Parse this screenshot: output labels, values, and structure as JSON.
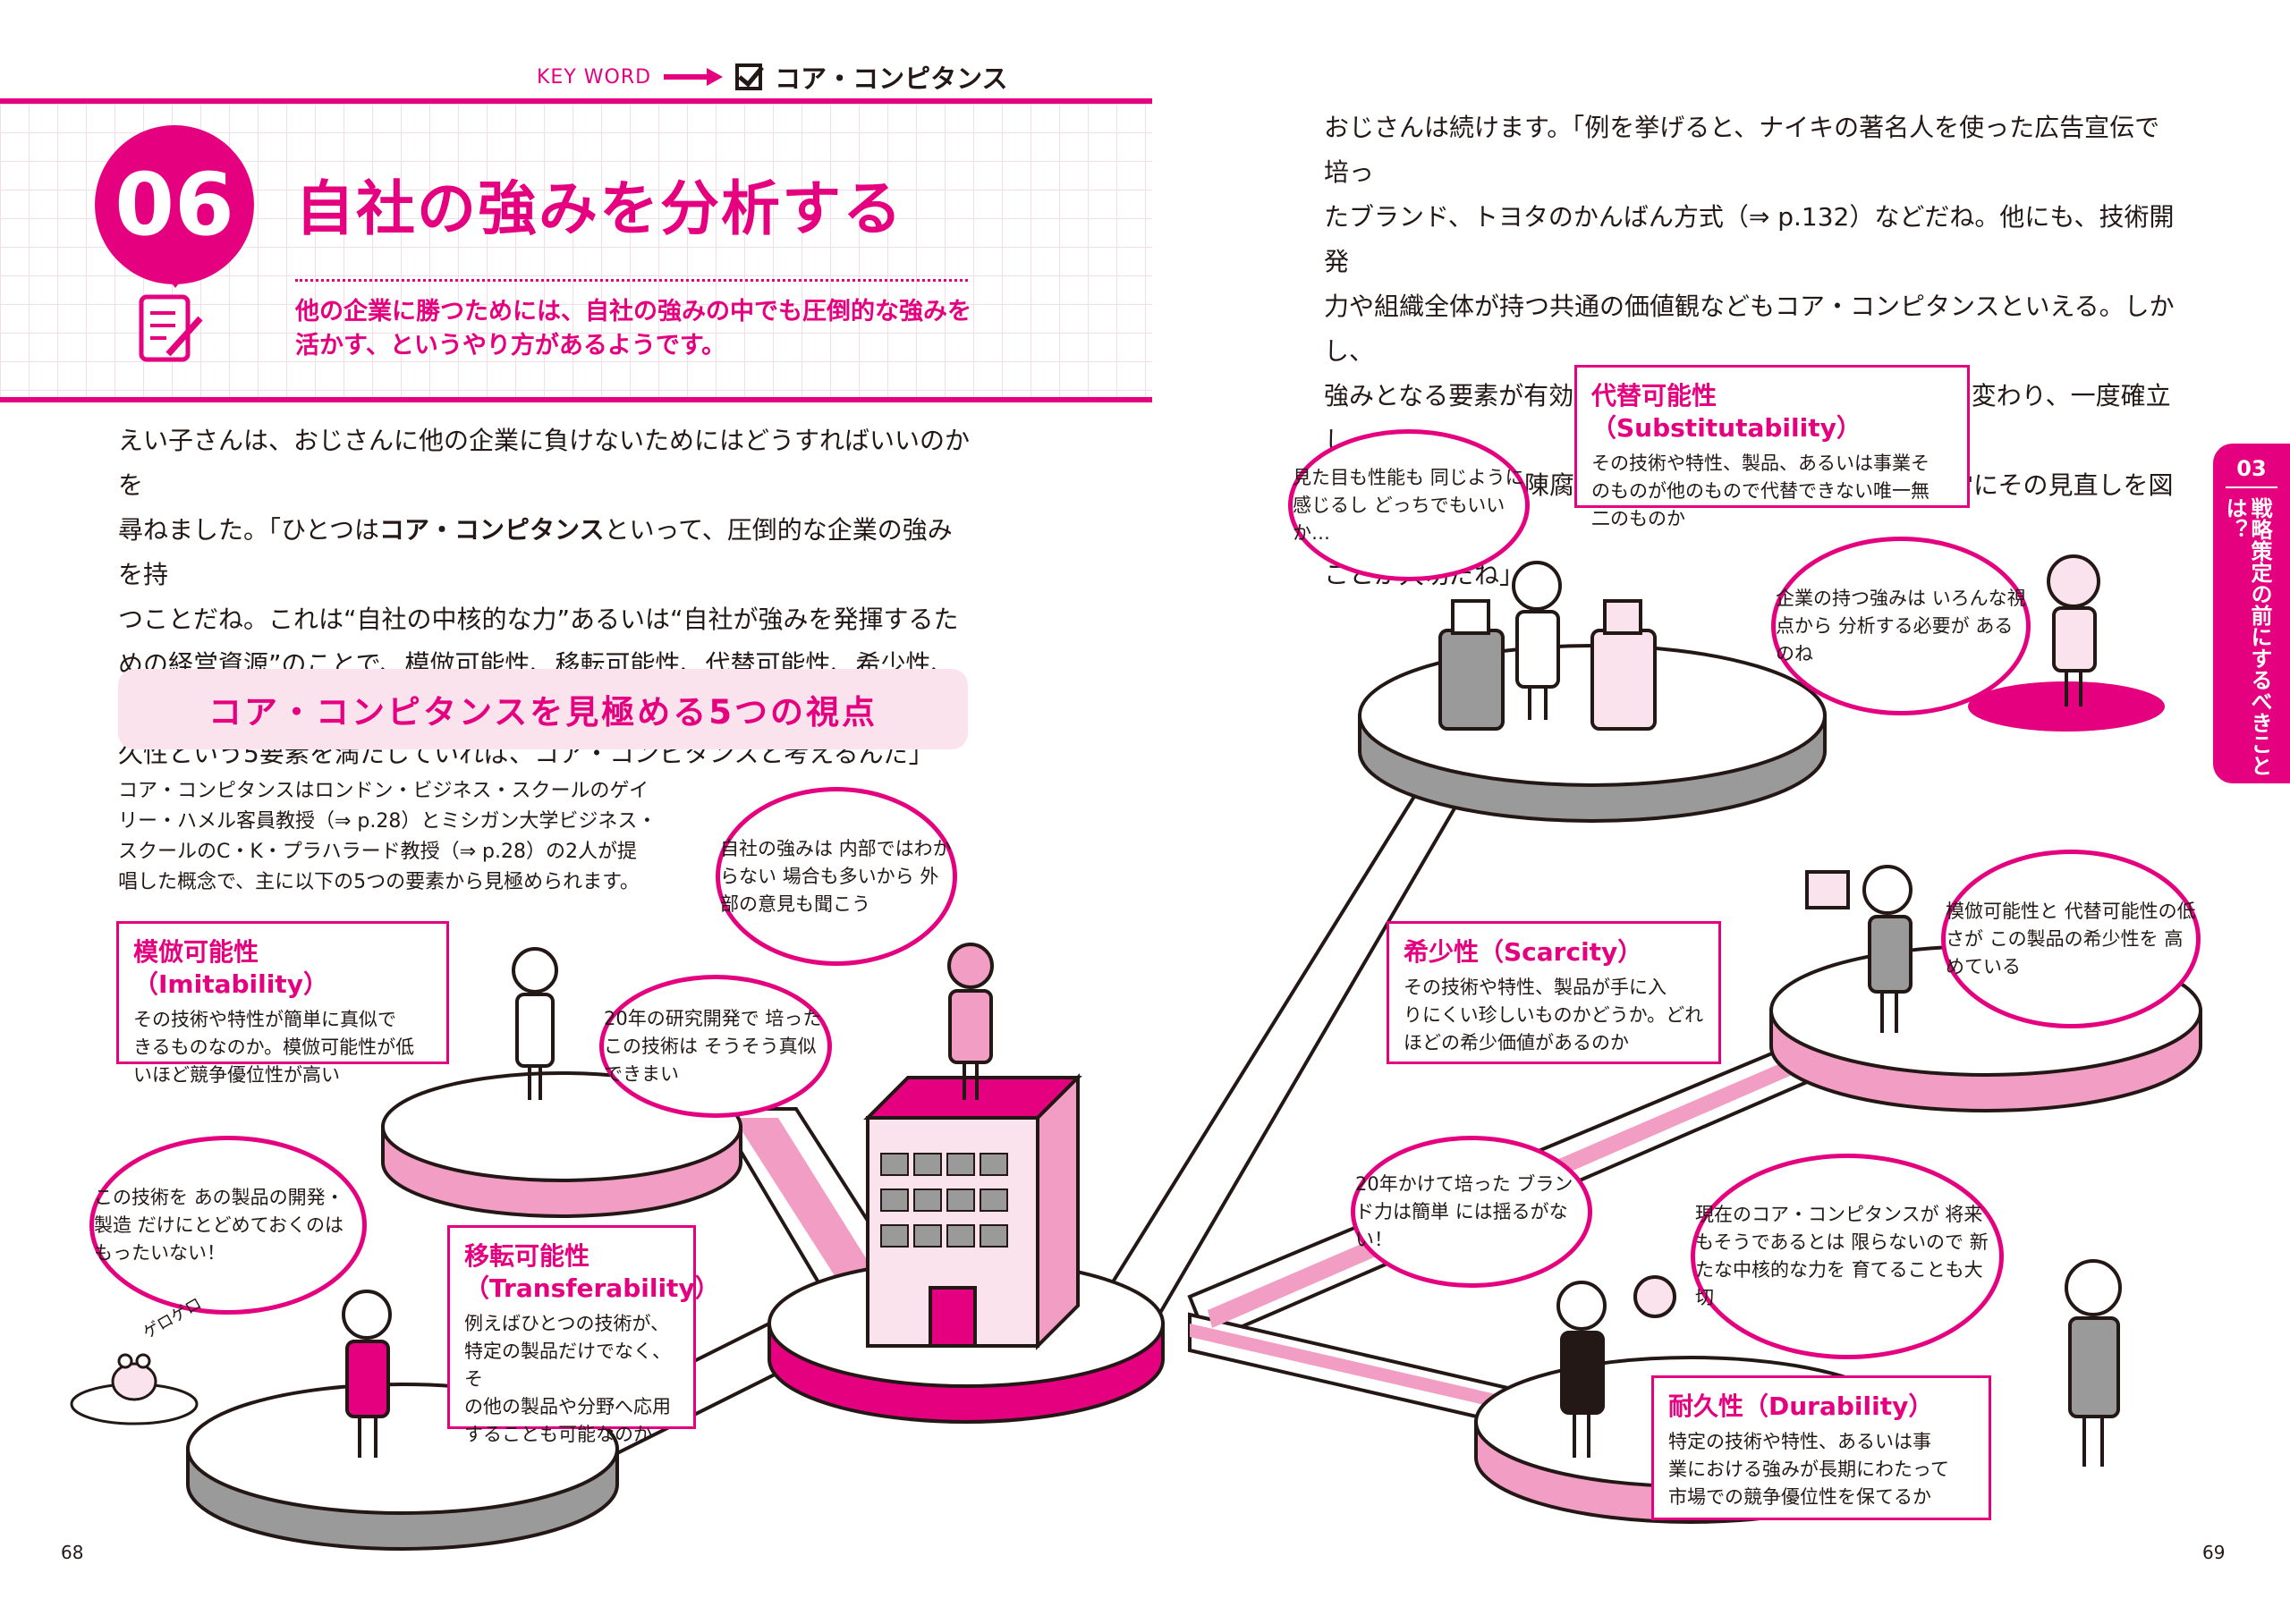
{
  "header": {
    "keyword_label": "KEY WORD",
    "keyword_term": "コア・コンピタンス"
  },
  "section": {
    "number": "06",
    "title": "自社の強みを分析する",
    "lead_lines": [
      "他の企業に勝つためには、自社の強みの中でも圧倒的な強みを",
      "活かす、というやり方があるようです。"
    ]
  },
  "body_left": {
    "lines": [
      "えい子さんは、おじさんに他の企業に負けないためにはどうすればいいのかを",
      "尋ねました。「ひとつは",
      "コア・コンピタンス",
      "といって、圧倒的な企業の強みを持",
      "つことだね。これは“自社の中核的な力”あるいは“自社が強みを発揮するた",
      "めの経営資源”のことで、模倣可能性、移転可能性、代替可能性、希少性、耐",
      "久性という5要素を満たしていれば、コア・コンピタンスと考えるんだ」"
    ]
  },
  "subheading": "コア・コンピタンスを見極める5つの視点",
  "description_lines": [
    "コア・コンピタンスはロンドン・ビジネス・スクールのゲイ",
    "リー・ハメル客員教授（⇒ p.28）とミシガン大学ビジネス・",
    "スクールのC・K・プラハラード教授（⇒ p.28）の2人が提",
    "唱した概念で、主に以下の5つの要素から見極められます。"
  ],
  "body_right": {
    "lines": [
      "おじさんは続けます。「例を挙げると、ナイキの著名人を使った広告宣伝で培っ",
      "たブランド、トヨタのかんばん方式（⇒ p.132）などだね。他にも、技術開発",
      "力や組織全体が持つ共通の価値観などもコア・コンピタンスといえる。しかし、",
      "強みとなる要素が有効かどうかは市場環境や時代によって変わり、一度確立し",
      "たものでもすぐに陳腐化してしまう可能性があるので、常にその見直しを図る",
      "ことが大切だね」"
    ]
  },
  "boxes": [
    {
      "title": "模倣可能性（Imitability）",
      "lines": [
        "その技術や特性が簡単に真似で",
        "きるものなのか。模倣可能性が低",
        "いほど競争優位性が高い"
      ]
    },
    {
      "title": "移転可能性",
      "title2": "（Transferability）",
      "lines": [
        "例えばひとつの技術が、",
        "特定の製品だけでなく、そ",
        "の他の製品や分野へ応用",
        "することも可能なのか"
      ]
    },
    {
      "title": "代替可能性（Substitutability）",
      "lines": [
        "その技術や特性、製品、あるいは事業そ",
        "のものが他のもので代替できない唯一無",
        "二のものか"
      ]
    },
    {
      "title": "希少性（Scarcity）",
      "lines": [
        "その技術や特性、製品が手に入",
        "りにくい珍しいものかどうか。どれ",
        "ほどの希少価値があるのか"
      ]
    },
    {
      "title": "耐久性（Durability）",
      "lines": [
        "特定の技術や特性、あるいは事",
        "業における強みが長期にわたって",
        "市場での競争優位性を保てるか"
      ]
    }
  ],
  "bubbles": [
    {
      "lines": [
        "自社の強みは",
        "内部ではわからない",
        "場合も多いから",
        "外部の意見も聞こう"
      ]
    },
    {
      "lines": [
        "20年の研究開発で",
        "培ったこの技術は",
        "そうそう真似できまい"
      ]
    },
    {
      "lines": [
        "この技術を",
        "あの製品の開発・製造",
        "だけにとどめておくのは",
        "もったいない！"
      ]
    },
    {
      "lines": [
        "見た目も性能も",
        "同じように感じるし",
        "どっちでもいいか…"
      ]
    },
    {
      "lines": [
        "企業の持つ強みは",
        "いろんな視点から",
        "分析する必要が",
        "あるのね"
      ]
    },
    {
      "lines": [
        "模倣可能性と",
        "代替可能性の低さが",
        "この製品の希少性を",
        "高めている"
      ]
    },
    {
      "lines": [
        "20年かけて培った",
        "ブランド力は簡単",
        "には揺るがない！"
      ]
    },
    {
      "lines": [
        "現在のコア・コンピタンスが",
        "将来もそうであるとは",
        "限らないので",
        "新たな中核的な力を",
        "育てることも大切"
      ]
    }
  ],
  "frog_sound": "ゲロゲロ",
  "side_tab": {
    "number": "03",
    "text": "戦略策定の前にするべきことは？"
  },
  "page_numbers": {
    "left": "68",
    "right": "69"
  },
  "colors": {
    "accent": "#e4007f",
    "light_pink": "#fbe3ee",
    "mid_pink": "#f29ec4",
    "gray": "#9a9a9a",
    "ink": "#231815"
  }
}
